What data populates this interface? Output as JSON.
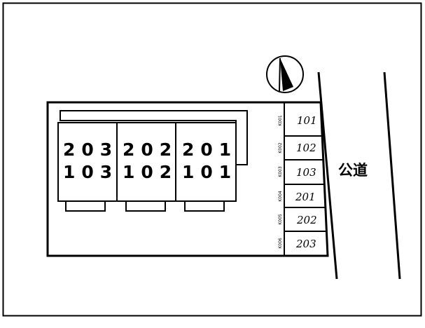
{
  "map": {
    "units": [
      {
        "upper": "203",
        "lower": "103"
      },
      {
        "upper": "202",
        "lower": "102"
      },
      {
        "upper": "201",
        "lower": "101"
      }
    ],
    "parking": [
      {
        "code": "K001",
        "number": "101"
      },
      {
        "code": "K002",
        "number": "102"
      },
      {
        "code": "K003",
        "number": "103"
      },
      {
        "code": "K004",
        "number": "201"
      },
      {
        "code": "K005",
        "number": "202"
      },
      {
        "code": "K006",
        "number": "203"
      }
    ],
    "road_label": "公道",
    "north_icon": "north-arrow-icon"
  }
}
